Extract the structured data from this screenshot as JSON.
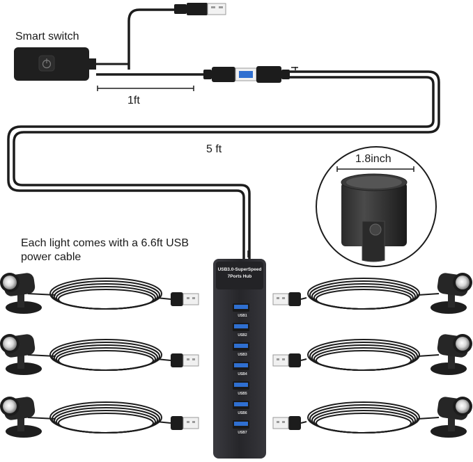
{
  "labels": {
    "smart_switch": "Smart switch",
    "cable_1ft": "1ft",
    "cable_5ft": "5 ft",
    "diameter": "1.8inch",
    "cable_note": "Each light comes with a 6.6ft USB power cable"
  },
  "hub": {
    "title_line1": "USB3.0-SuperSpeed",
    "title_line2": "7Ports Hub",
    "ports": [
      "USB1",
      "USB2",
      "USB3",
      "USB4",
      "USB5",
      "USB6",
      "USB7"
    ]
  },
  "colors": {
    "cable": "#1c1c1c",
    "hub_body": "#2a2a2e",
    "usb_port": "#2f6fd0",
    "background": "#ffffff"
  }
}
